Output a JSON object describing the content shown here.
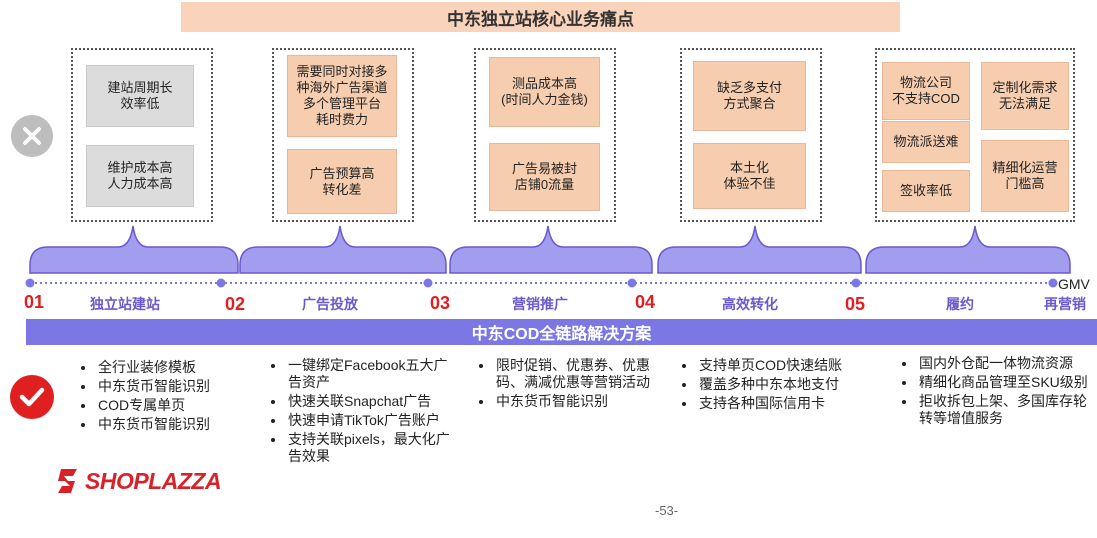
{
  "title": "中东独立站核心业务痛点",
  "pain_groups": [
    {
      "boxes": [
        "建站周期长\n效率低",
        "维护成本高\n人力成本高"
      ]
    },
    {
      "boxes": [
        "需要同时对接多\n种海外广告渠道\n多个管理平台\n耗时费力",
        "广告预算高\n转化差"
      ]
    },
    {
      "boxes": [
        "测品成本高\n(时间人力金钱)",
        "广告易被封\n店铺0流量"
      ]
    },
    {
      "boxes": [
        "缺乏多支付\n方式聚合",
        "本土化\n体验不佳"
      ]
    },
    {
      "boxes": [
        "物流公司\n不支持COD",
        "物流派送难",
        "签收率低",
        "定制化需求\n无法满足",
        "精细化运营\n门槛高"
      ]
    }
  ],
  "stages": [
    {
      "num": "01",
      "label": "独立站建站"
    },
    {
      "num": "02",
      "label": "广告投放"
    },
    {
      "num": "03",
      "label": "营销推广"
    },
    {
      "num": "04",
      "label": "高效转化"
    },
    {
      "num": "05",
      "label": "履约"
    }
  ],
  "timeline_end": {
    "top": "GMV",
    "label": "再营销"
  },
  "solution_title": "中东COD全链路解决方案",
  "solutions": [
    [
      "全行业装修模板",
      "中东货币智能识别",
      "COD专属单页",
      "中东货币智能识别"
    ],
    [
      "一键绑定Facebook五大广告资产",
      "快速关联Snapchat广告",
      "快速申请TikTok广告账户",
      "支持关联pixels，最大化广告效果"
    ],
    [
      "限时促销、优惠券、优惠码、满减优惠等营销活动",
      "中东货币智能识别"
    ],
    [
      "支持单页COD快速结账",
      "覆盖多种中东本地支付",
      "支持各种国际信用卡"
    ],
    [
      "国内外仓配一体物流资源",
      "精细化商品管理至SKU级别",
      "拒收拆包上架、多国库存轮转等增值服务"
    ]
  ],
  "logo_text": "SHOPLAZZA",
  "page_number": "-53-",
  "colors": {
    "accent_purple": "#7b78e6",
    "red": "#e02020",
    "peach": "#f7cdb0",
    "gray_box": "#dcdcdc"
  }
}
